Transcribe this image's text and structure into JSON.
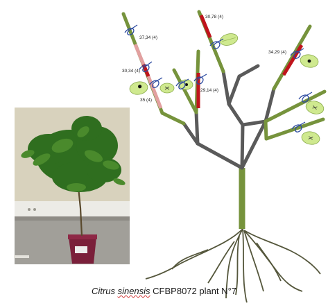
{
  "diagram": {
    "measurements": [
      {
        "id": "m1",
        "text": "37,34 (4)"
      },
      {
        "id": "m2",
        "text": "30,78 (4)"
      },
      {
        "id": "m3",
        "text": "34,29 (4)"
      },
      {
        "id": "m4",
        "text": "30,34 (4)"
      },
      {
        "id": "m5",
        "text": "29,14 (4)"
      },
      {
        "id": "m6",
        "text": "35 (4)"
      }
    ],
    "colors": {
      "healthy_branch": "#76933c",
      "old_wood": "#5a5a5a",
      "lesion_red": "#c0141c",
      "lesion_pink": "#e2a0a0",
      "leaf_fill": "#cfe98f",
      "root": "#55573c",
      "inoculation_mark": "#2c4aa0"
    },
    "caption": {
      "genus_part": "Citrus",
      "species_part": "sinensis",
      "rest": "CFBP8072 plant N°7"
    }
  }
}
